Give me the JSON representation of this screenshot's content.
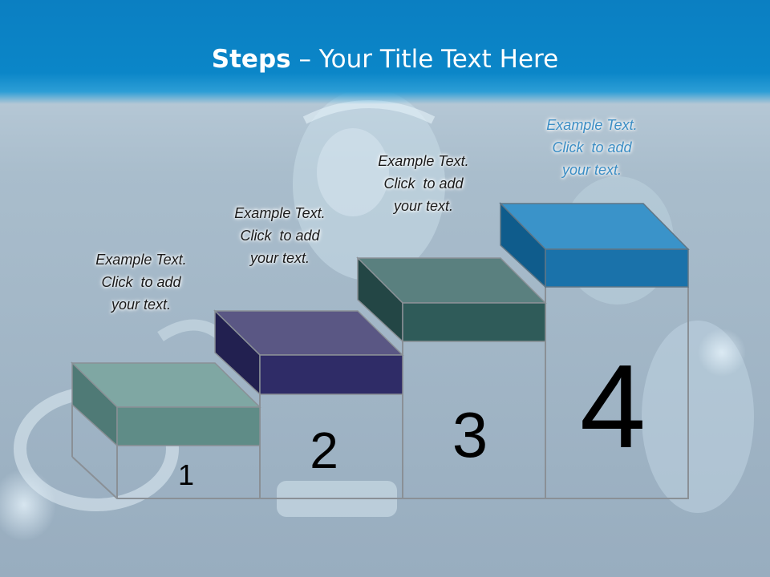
{
  "slide": {
    "title_bold": "Steps",
    "title_rest": " – Your Title Text Here",
    "colors": {
      "title_bar": "#0b7fc2",
      "background": "#a9bccb",
      "step1": "#5f8c87",
      "step2": "#2f2c67",
      "step3": "#2f5b59",
      "step4": "#1a72aa",
      "label4_text": "#3b8dc4"
    }
  },
  "steps": [
    {
      "number": "1",
      "text": [
        "Example Text.",
        "Click  to add",
        "your text."
      ]
    },
    {
      "number": "2",
      "text": [
        "Example Text.",
        "Click  to add",
        "your text."
      ]
    },
    {
      "number": "3",
      "text": [
        "Example Text.",
        "Click  to add",
        "your text."
      ]
    },
    {
      "number": "4",
      "text": [
        "Example Text.",
        "Click  to add",
        "your text."
      ]
    }
  ]
}
